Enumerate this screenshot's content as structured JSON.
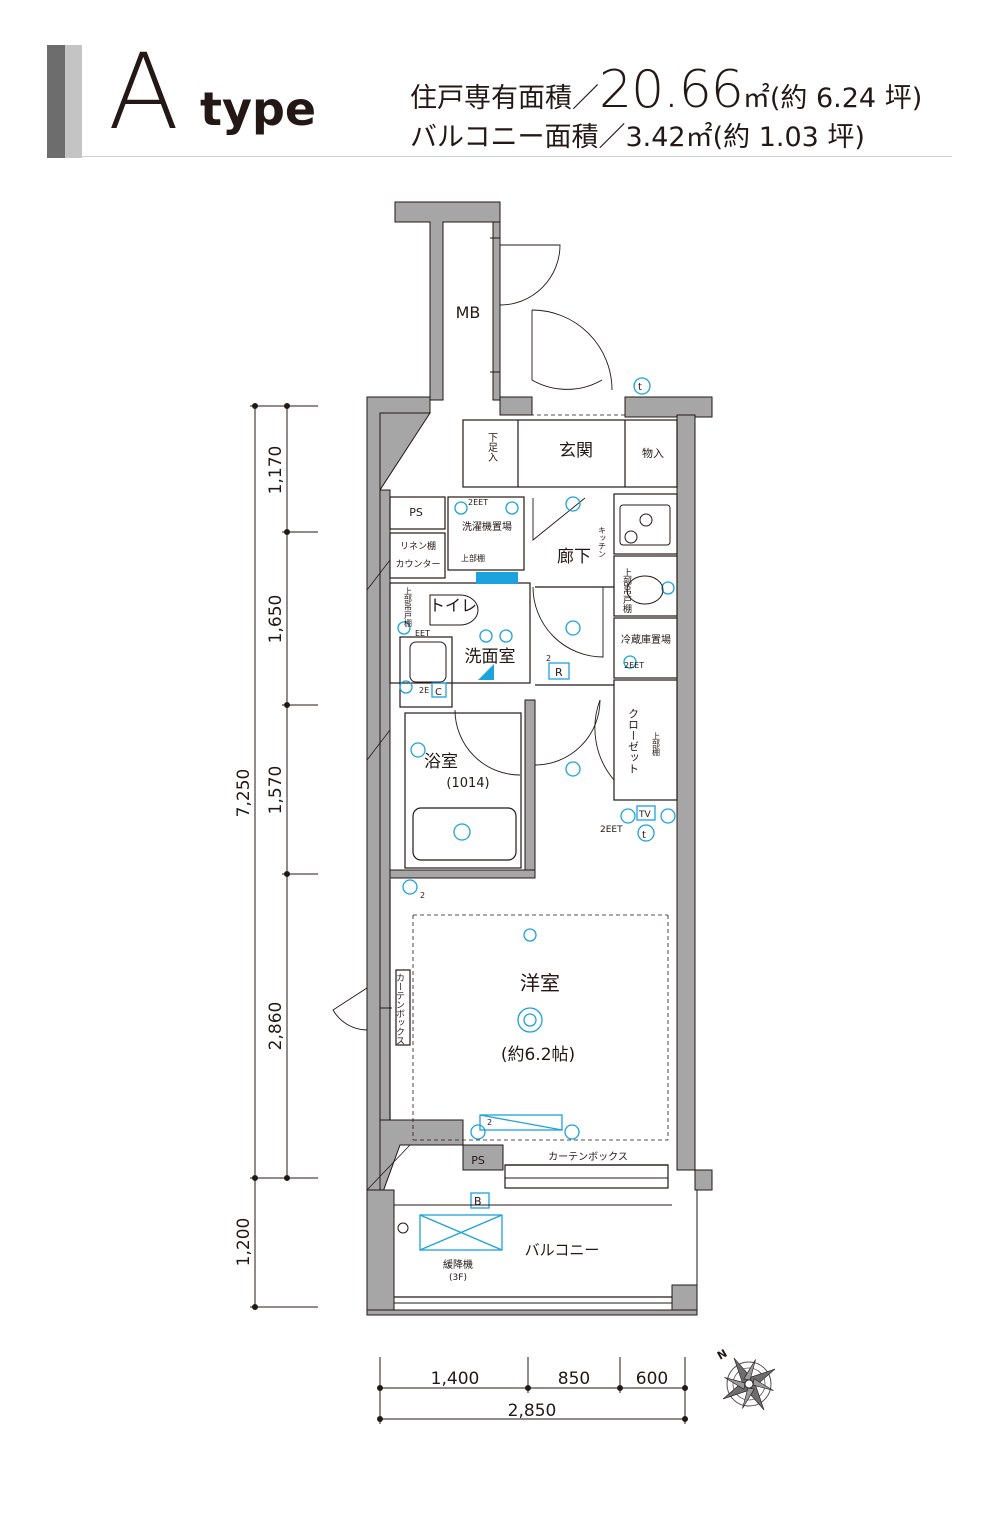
{
  "header": {
    "type_letter": "A",
    "type_word": "type",
    "exclusive_area": {
      "label": "住戸専有面積／",
      "value": "20.66",
      "unit": "㎡",
      "tsubo": "(約 6.24 坪)"
    },
    "balcony_area": {
      "label": "バルコニー面積／",
      "value": "3.42",
      "unit": "㎡",
      "tsubo": "(約 1.03 坪)"
    }
  },
  "rooms": {
    "mb": "MB",
    "genkan": "玄関",
    "shoes": "下足入",
    "storage": "物入",
    "ps_top": "PS",
    "laundry": "洗濯機置場",
    "upper_shelf": "上部棚",
    "corridor": "廊下",
    "kitchen": "キッチン",
    "linen": "リネン棚",
    "counter": "カウンター",
    "upper_cabinet_small": "上部吊戸棚",
    "toilet": "トイレ",
    "upper_cabinet": "上部吊戸棚",
    "washroom": "洗面室",
    "fridge": "冷蔵庫置場",
    "closet": "クローゼット",
    "closet_shelf": "上部棚",
    "bath": "浴室",
    "bath_size": "(1014)",
    "curtain_box_side": "カーテンボックス",
    "western_room": "洋室",
    "western_size": "(約6.2帖)",
    "ps_bottom": "PS",
    "curtain_box": "カーテンボックス",
    "balcony": "バルコニー",
    "escape": "緩降機",
    "escape_floor": "(3F)"
  },
  "symbols": {
    "t_top": "t",
    "t_mid": "t",
    "tv": "TV",
    "r": "R",
    "b": "B",
    "c": "C",
    "eet_2": "2EET",
    "eet_2_room": "2EET",
    "eet_fridge": "2EET",
    "eet_wash": "EET",
    "e_2": "2E",
    "num_2a": "2",
    "num_2b": "2",
    "num_2c": "2"
  },
  "dimensions": {
    "left_total": "7,250",
    "left_segments": [
      "1,170",
      "1,650",
      "1,570",
      "2,860",
      "1,200"
    ],
    "bottom_segments": [
      "1,400",
      "850",
      "600"
    ],
    "bottom_total": "2,850"
  },
  "compass": {
    "north_label": "N"
  },
  "colors": {
    "wall": "#a6a6a6",
    "symbol": "#1ca2dc",
    "line": "#231815",
    "header_dark": "#6d6d6d",
    "header_light": "#c4c4c4"
  }
}
